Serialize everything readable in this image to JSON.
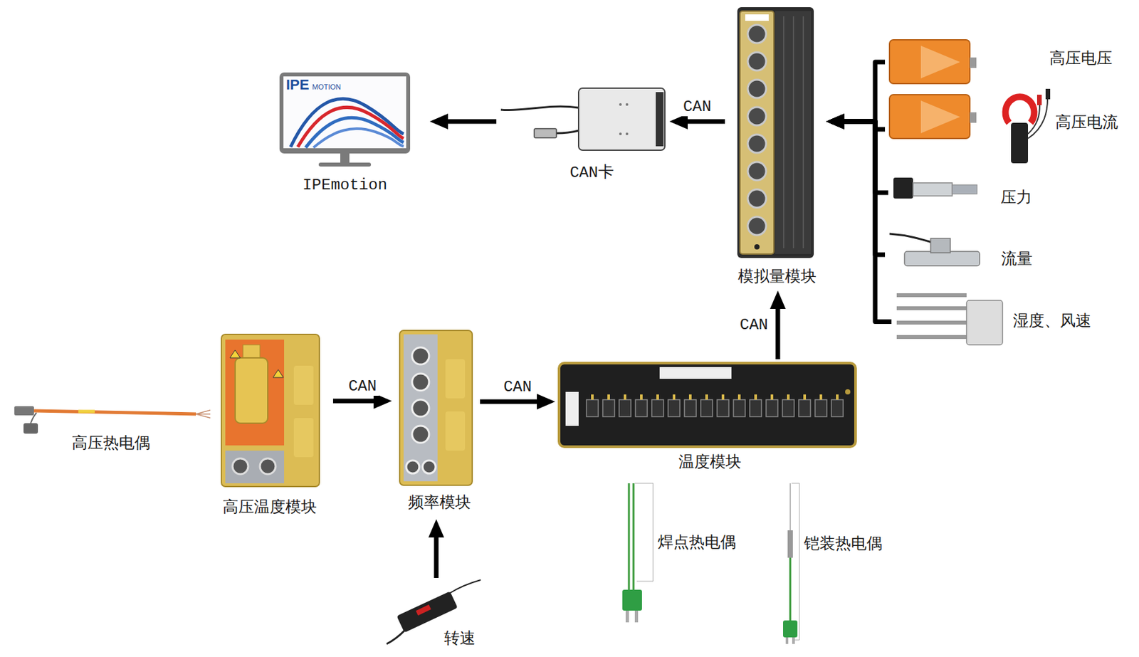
{
  "diagram": {
    "nodes": [
      {
        "text": [
          "IPEmotion"
        ]
      },
      {
        "text": [
          "CAN卡"
        ]
      },
      {
        "text": [
          "模拟量模块"
        ]
      },
      {
        "text": [
          "高压电压"
        ]
      },
      {
        "text": [
          "高压电流"
        ]
      },
      {
        "text": [
          "压力"
        ]
      },
      {
        "text": [
          "流量"
        ]
      },
      {
        "text": [
          "湿度、风速"
        ]
      },
      {
        "text": [
          "高压热电偶"
        ]
      },
      {
        "text": [
          "高压温度模块"
        ]
      },
      {
        "text": [
          "频率模块"
        ]
      },
      {
        "text": [
          "温度模块"
        ]
      },
      {
        "text": [
          "焊点热电偶"
        ]
      },
      {
        "text": [
          "铠装热电偶"
        ]
      },
      {
        "text": [
          "转速"
        ]
      }
    ],
    "edges": [
      {
        "from": 1,
        "to": 0,
        "arrow": "to"
      },
      {
        "from": 2,
        "to": 1,
        "label": "CAN",
        "arrow": "to"
      },
      {
        "from": 3,
        "to": 2,
        "arrow": "to"
      },
      {
        "from": 4,
        "to": 2,
        "arrow": "to"
      },
      {
        "from": 5,
        "to": 2,
        "arrow": "to"
      },
      {
        "from": 6,
        "to": 2,
        "arrow": "to"
      },
      {
        "from": 7,
        "to": 2,
        "arrow": "to"
      },
      {
        "from": 9,
        "to": 10,
        "label": "CAN",
        "arrow": "to"
      },
      {
        "from": 10,
        "to": 11,
        "label": "CAN",
        "arrow": "to"
      },
      {
        "from": 11,
        "to": 2,
        "label": "CAN",
        "arrow": "to"
      },
      {
        "from": 14,
        "to": 10,
        "arrow": "to"
      }
    ],
    "labels": [
      "IPE",
      "MOTION"
    ]
  }
}
